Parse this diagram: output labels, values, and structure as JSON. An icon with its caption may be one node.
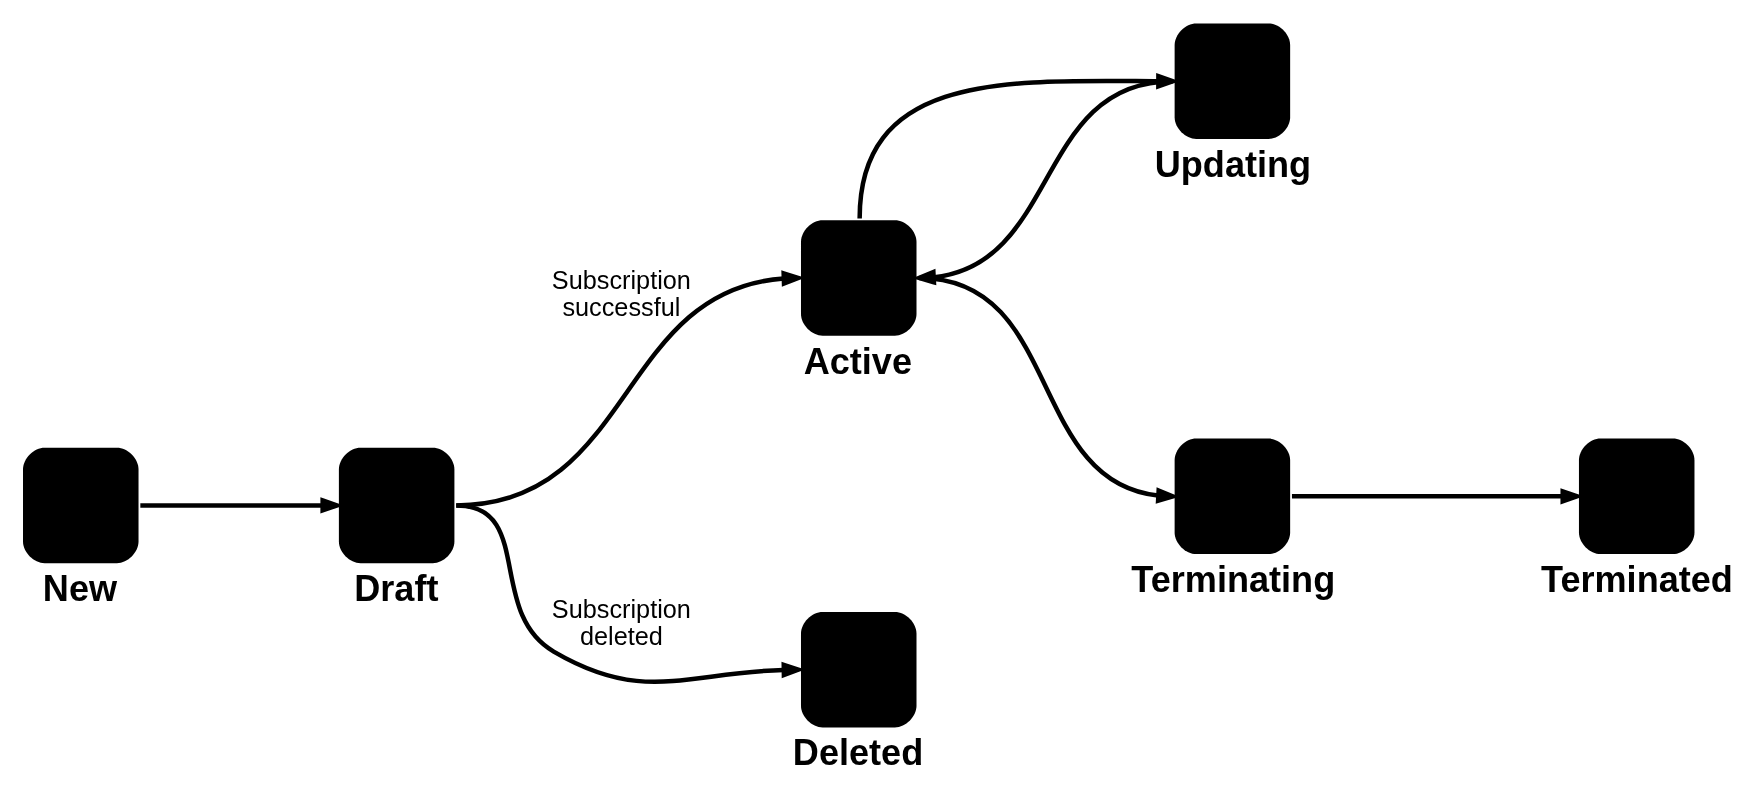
{
  "diagram": {
    "nodes": [
      {
        "text": [
          "New"
        ]
      },
      {
        "text": [
          "Draft"
        ]
      },
      {
        "text": [
          "Active"
        ]
      },
      {
        "text": [
          "Updating"
        ]
      },
      {
        "text": [
          "Terminating"
        ]
      },
      {
        "text": [
          "Terminated"
        ]
      },
      {
        "text": [
          "Deleted"
        ]
      }
    ],
    "edges": [
      {
        "from": 0,
        "to": 1,
        "arrow": "to"
      },
      {
        "from": 1,
        "to": 2,
        "arrow": "to",
        "label": "Subscription successful"
      },
      {
        "from": 1,
        "to": 6,
        "arrow": "to",
        "label": "Subscription deleted"
      },
      {
        "from": 2,
        "to": 3,
        "arrow": "to"
      },
      {
        "from": 3,
        "to": 2,
        "arrow": "to"
      },
      {
        "from": 2,
        "to": 4,
        "arrow": "to"
      },
      {
        "from": 4,
        "to": 5,
        "arrow": "to"
      }
    ]
  }
}
